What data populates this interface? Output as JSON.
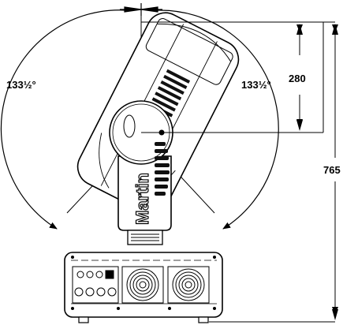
{
  "labels": {
    "tilt_left": "133½°",
    "tilt_right": "133½°",
    "dim_pivot_to_top": "280",
    "dim_total_height": "765"
  },
  "brand": {
    "name": "Martin"
  },
  "colors": {
    "line": "#000000",
    "background": "#ffffff",
    "vent_dark": "#111111"
  }
}
